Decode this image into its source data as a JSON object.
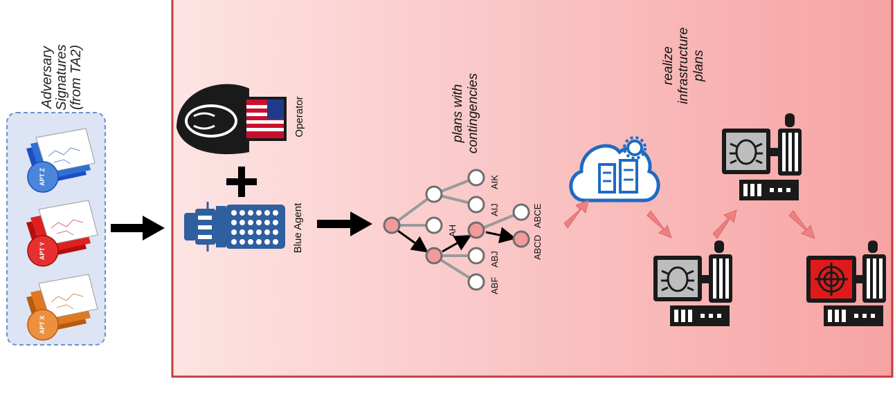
{
  "left_panel": {
    "title_lines": [
      "Adversary",
      "Signatures",
      "(from TA2)"
    ],
    "signatures": [
      {
        "label": "APT Z",
        "color": "#2f6fd6",
        "circle": "#4a86d9"
      },
      {
        "label": "APT Y",
        "color": "#e02020",
        "circle": "#e53030"
      },
      {
        "label": "APT X",
        "color": "#e07820",
        "circle": "#ec9040"
      }
    ]
  },
  "main_panel": {
    "operator_label": "Operator",
    "plus_sign": "+",
    "blue_agent_label": "Blue Agent",
    "plans_caption_lines": [
      "plans with",
      "contingencies"
    ],
    "realize_caption_lines": [
      "realize",
      "infrastructure",
      "plans"
    ],
    "tree_labels": [
      "AIK",
      "AIJ",
      "AH",
      "ABJ",
      "ABF",
      "ABCD",
      "ABCE"
    ]
  },
  "colors": {
    "panel_gradient_start": "#fde6e6",
    "panel_gradient_end": "#f7a6a6",
    "panel_border": "#c43a3a",
    "left_panel_bg": "#dde4f3",
    "left_panel_border": "#6b8fd0",
    "arrow": "#000000",
    "pink_arrow": "#f08080",
    "node_red": "#f29a9a",
    "node_grey": "#9a9a9a",
    "cloud_blue": "#1d6bc4",
    "target_red": "#e01a1a"
  },
  "icons": [
    "operator-hacker-icon",
    "dalek-blue-agent-icon",
    "cloud-server-gear-icon",
    "infected-computer-icon",
    "target-computer-icon"
  ]
}
